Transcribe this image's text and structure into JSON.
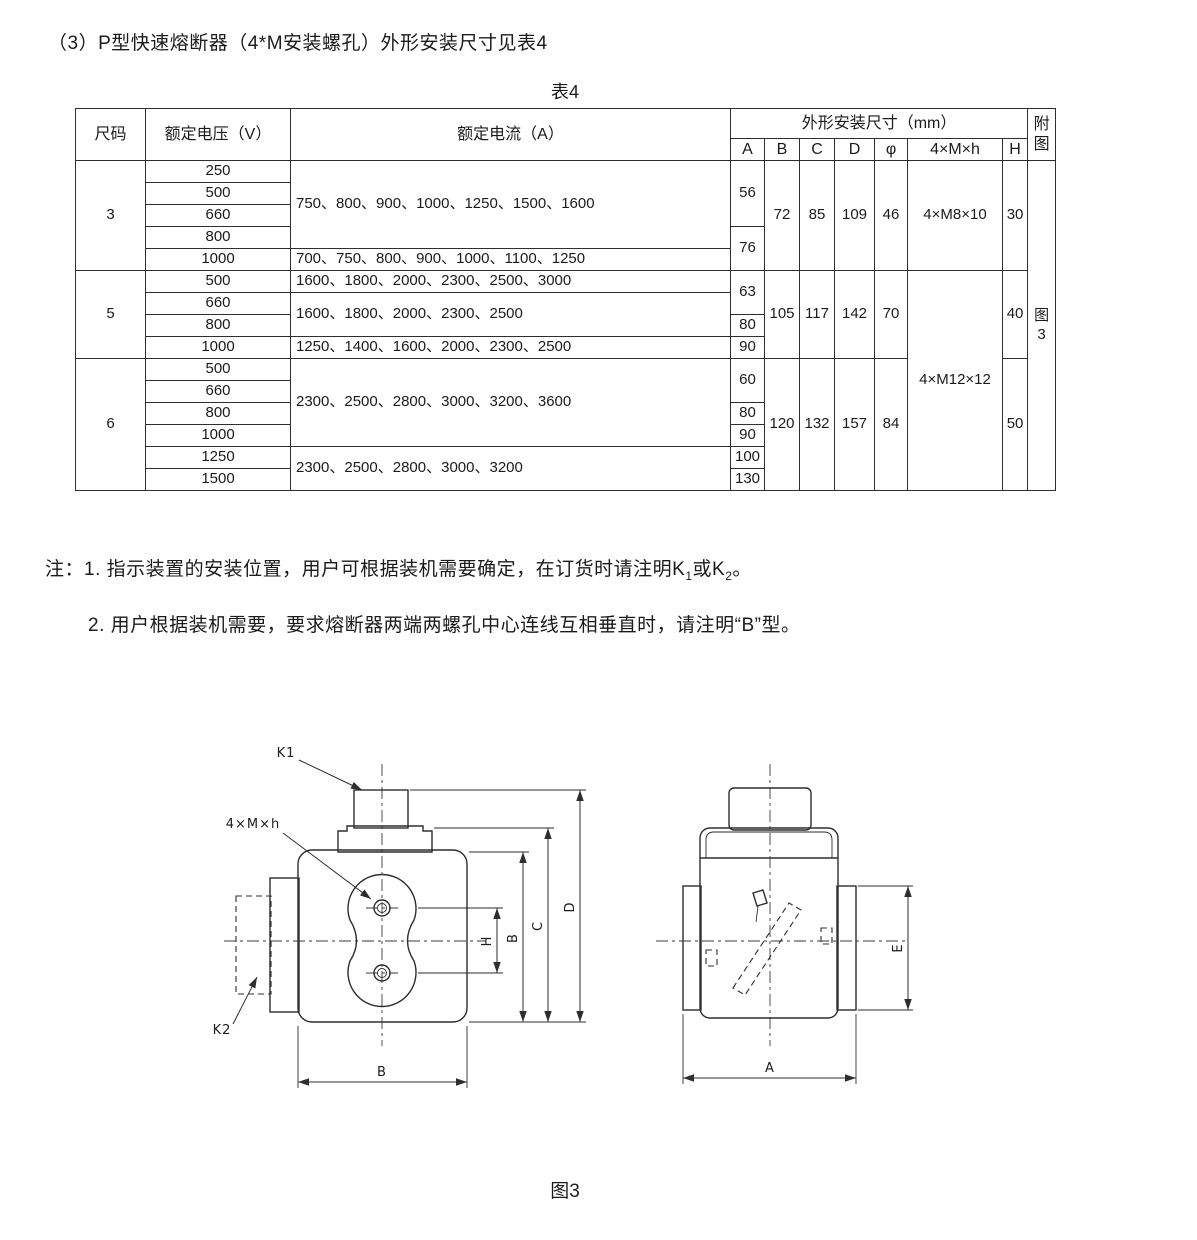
{
  "page": {
    "heading": "（3）P型快速熔断器（4*M安装螺孔）外形安装尺寸见表4",
    "table_title": "表4",
    "notes_label": "注：",
    "note1": {
      "pre": "1. 指示装置的安装位置，用户可根据装机需要确定，在订货时请注明K",
      "sub1": "1",
      "mid": "或K",
      "sub2": "2",
      "post": "。"
    },
    "note2": "2. 用户根据装机需要，要求熔断器两端两螺孔中心连线互相垂直时，请注明“B”型。",
    "figure_caption": "图3"
  },
  "table": {
    "headers": {
      "size": "尺码",
      "voltage": "额定电压（V）",
      "current": "额定电流（A）",
      "dims": "外形安装尺寸（mm）",
      "col_a": "A",
      "col_b": "B",
      "col_c": "C",
      "col_d": "D",
      "col_phi": "φ",
      "col_mxh": "4×M×h",
      "col_h": "H",
      "figure": "附图"
    },
    "figure_cell": "图3",
    "groups": [
      {
        "size": "3",
        "voltages": [
          "250",
          "500",
          "660",
          "800",
          "1000"
        ],
        "currents": [
          "750、800、900、1000、1250、1500、1600",
          "700、750、800、900、1000、1100、1250"
        ],
        "a": [
          "56",
          "76"
        ],
        "b": "72",
        "c": "85",
        "d": "109",
        "phi": "46",
        "mxh": "4×M8×10",
        "h": "30"
      },
      {
        "size": "5",
        "voltages": [
          "500",
          "660",
          "800",
          "1000"
        ],
        "currents": [
          "1600、1800、2000、2300、2500、3000",
          "1600、1800、2000、2300、2500",
          "1250、1400、1600、2000、2300、2500"
        ],
        "a": [
          "63",
          "80",
          "90"
        ],
        "b": "105",
        "c": "117",
        "d": "142",
        "phi": "70",
        "mxh": "4×M12×12",
        "h": "40"
      },
      {
        "size": "6",
        "voltages": [
          "500",
          "660",
          "800",
          "1000",
          "1250",
          "1500"
        ],
        "currents": [
          "2300、2500、2800、3000、3200、3600",
          "2300、2500、2800、3000、3200"
        ],
        "a": [
          "60",
          "80",
          "90",
          "100",
          "130"
        ],
        "b": "120",
        "c": "132",
        "d": "157",
        "phi": "84",
        "h": "50"
      }
    ]
  },
  "drawing": {
    "front_view": {
      "k1": "K1",
      "k2": "K2",
      "mount_holes": "4×M×h",
      "dim_h": "H",
      "dim_b_side": "B",
      "dim_c": "C",
      "dim_d": "D",
      "dim_b_bottom": "B"
    },
    "side_view": {
      "dim_e": "E",
      "dim_a": "A"
    }
  }
}
